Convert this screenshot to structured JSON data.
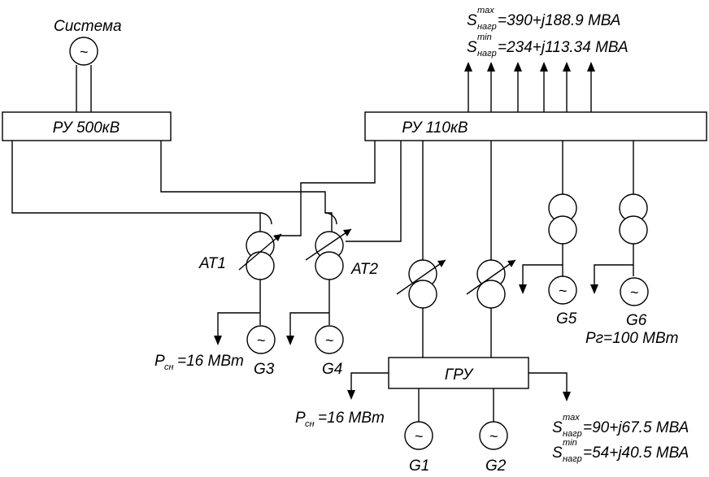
{
  "system_label": "Система",
  "buses": {
    "ru500": "РУ 500кВ",
    "ru110": "РУ 110кВ",
    "gru": "ГРУ"
  },
  "transformers": {
    "at1": "АТ1",
    "at2": "АТ2"
  },
  "generators": {
    "g1": "G1",
    "g2": "G2",
    "g3": "G3",
    "g4": "G4",
    "g5": "G5",
    "g6": "G6"
  },
  "load_110": {
    "max": {
      "symbol": "S",
      "sup": "max",
      "sub": "нагр",
      "value": "=390+j188.9 МВА"
    },
    "min": {
      "symbol": "S",
      "sup": "min",
      "sub": "нагр",
      "value": "=234+j113.34 МВА"
    }
  },
  "load_gru": {
    "max": {
      "symbol": "S",
      "sup": "max",
      "sub": "нагр",
      "value": "=90+j67.5 МВА"
    },
    "min": {
      "symbol": "S",
      "sup": "min",
      "sub": "нагр",
      "value": "=54+j40.5 МВА"
    }
  },
  "aux_load_1": {
    "symbol": "P",
    "sub": "сн",
    "value": "=16 МВт"
  },
  "aux_load_2": {
    "symbol": "P",
    "sub": "сн",
    "value": "=16 МВт"
  },
  "gen_power": "Pг=100 МВт",
  "generator_symbol": "~"
}
